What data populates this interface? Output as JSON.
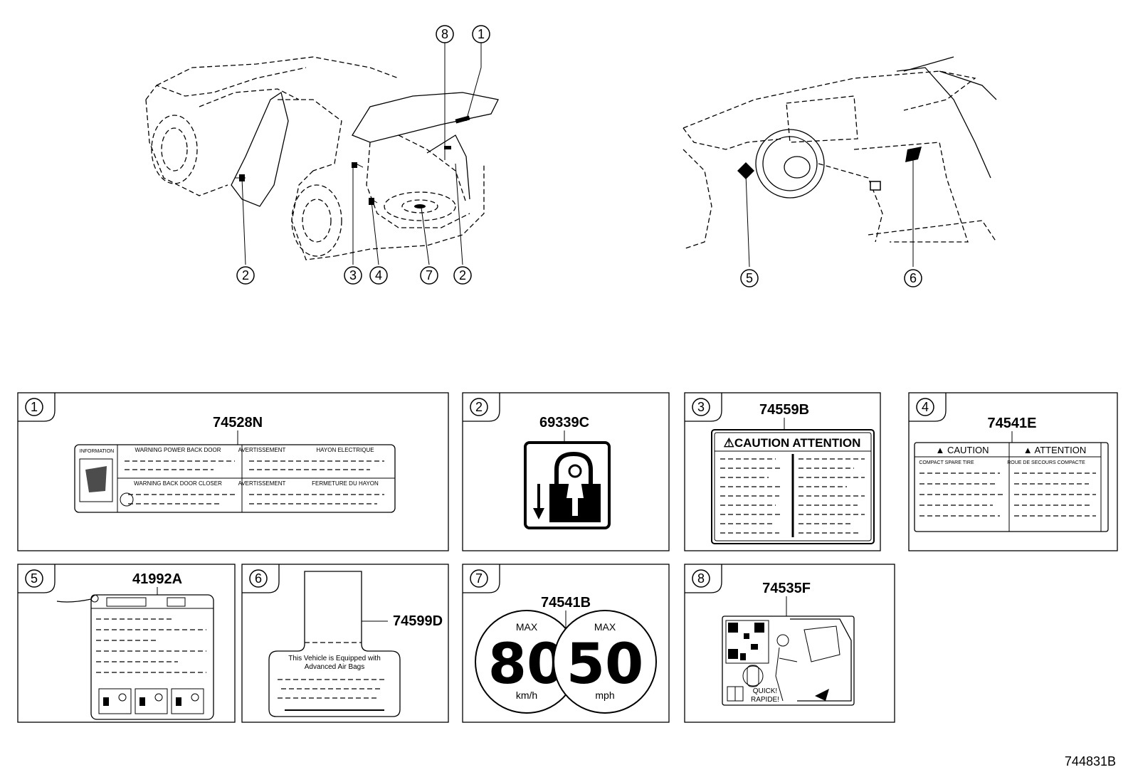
{
  "figure_id": "744831B",
  "callouts_car": [
    "8",
    "1",
    "2",
    "3",
    "4",
    "7",
    "2"
  ],
  "callouts_dash": [
    "5",
    "6"
  ],
  "panels": [
    {
      "num": "1",
      "part": "74528N",
      "tag": "INFORMATION",
      "lines": [
        "WARNING POWER BACK DOOR",
        "AVERTISSEMENT",
        "HAYON ELECTRIQUE",
        "WARNING BACK DOOR CLOSER",
        "AVERTISSEMENT",
        "FERMETURE DU HAYON"
      ]
    },
    {
      "num": "2",
      "part": "69339C"
    },
    {
      "num": "3",
      "part": "74559B",
      "heading": "⚠CAUTION ATTENTION"
    },
    {
      "num": "4",
      "part": "74541E",
      "left_head": "▲ CAUTION",
      "right_head": "▲ ATTENTION",
      "left_sub": "COMPACT SPARE TIRE",
      "right_sub": "ROUE DE SECOURS COMPACTE"
    },
    {
      "num": "5",
      "part": "41992A"
    },
    {
      "num": "6",
      "part": "74599D",
      "line1": "This Vehicle is Equipped with",
      "line2": "Advanced Air Bags"
    },
    {
      "num": "7",
      "part": "74541B",
      "max1": "MAX",
      "value1": "80",
      "unit1": "km/h",
      "max2": "MAX",
      "value2": "50",
      "unit2": "mph"
    },
    {
      "num": "8",
      "part": "74535F",
      "quick1": "QUICK!",
      "quick2": "RAPIDE!"
    }
  ]
}
